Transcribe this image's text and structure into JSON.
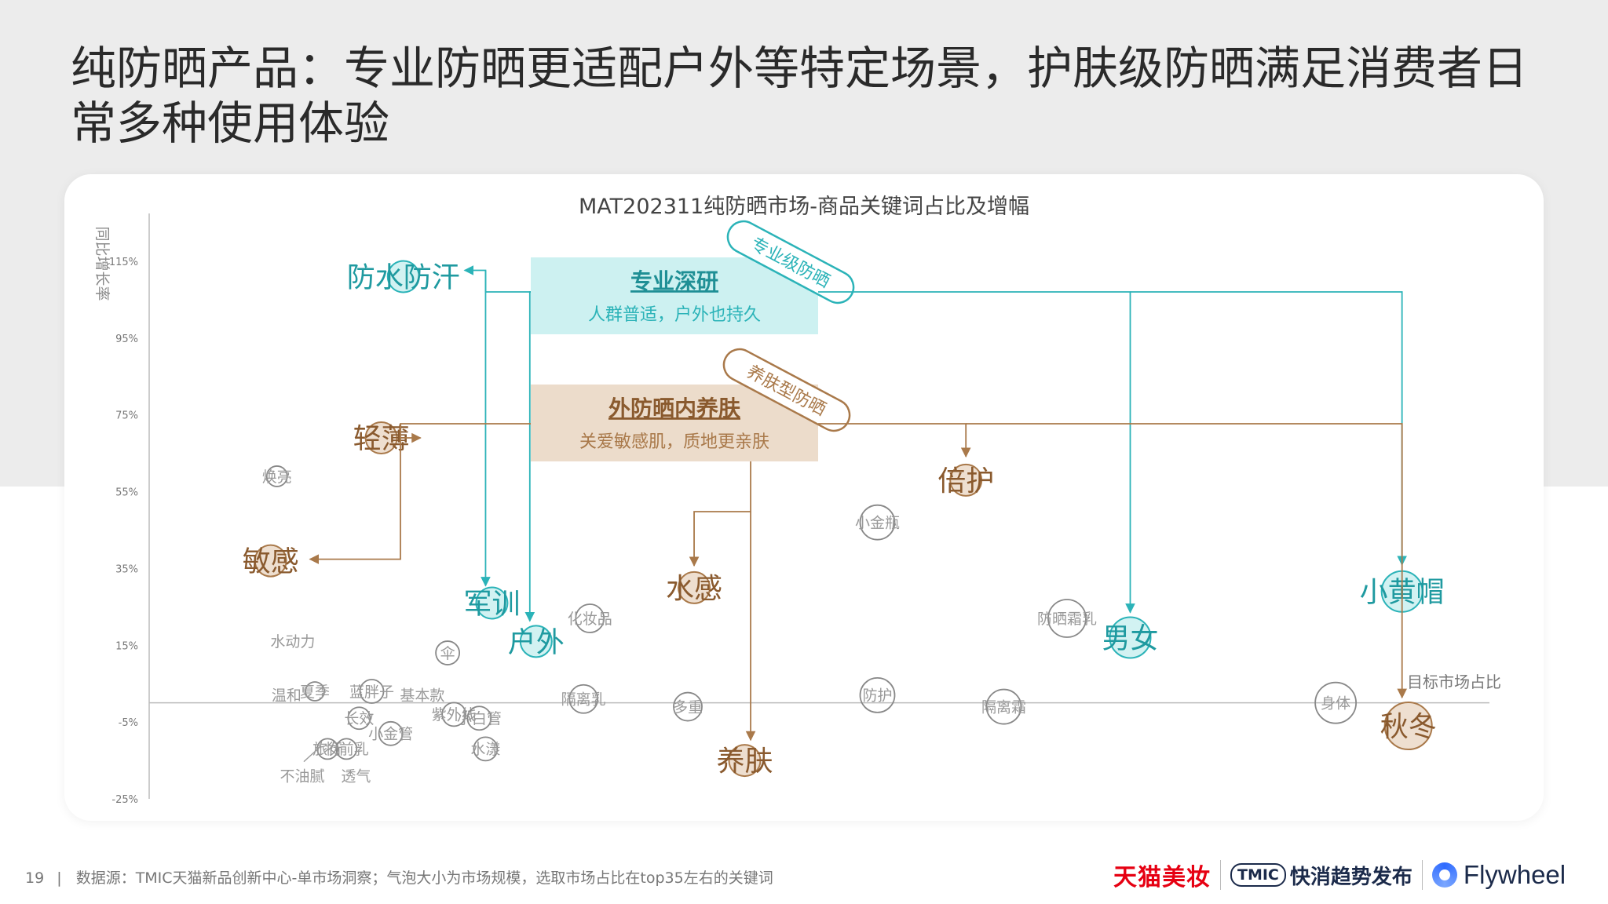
{
  "slide_title": "纯防晒产品：专业防晒更适配户外等特定场景，护肤级防晒满足消费者日常多种使用体验",
  "footer": {
    "page_number": "19",
    "separator": "|",
    "source_text": "数据源：TMIC天猫新品创新中心-单市场洞察；气泡大小为市场规模，选取市场占比在top35左右的关键词"
  },
  "logos": {
    "tmall": "天猫美妆",
    "tmic_box": "TMIC",
    "tmic_text": "快消趋势发布",
    "flywheel": "Flywheel"
  },
  "colors": {
    "teal": "#2bb3b8",
    "teal_fill": "#cdf1f1",
    "tan": "#a9794a",
    "tan_fill": "#ecdccb",
    "gray": "#9a9a9a"
  },
  "chart_data": {
    "type": "scatter",
    "title": "MAT202311纯防晒市场-商品关键词占比及增幅",
    "ylabel": "同比增长率",
    "xlabel": "目标市场占比",
    "ylim": [
      -25,
      125
    ],
    "y_ticks": [
      "115%",
      "95%",
      "75%",
      "55%",
      "35%",
      "15%",
      "-5%",
      "-25%"
    ],
    "x_tick_labels_visible": false,
    "groups": [
      {
        "label": "专业深研",
        "sub": "人群普适，户外也持久",
        "tag": "专业级防晒",
        "color": "teal"
      },
      {
        "label": "外防晒内养肤",
        "sub": "关爱敏感肌，质地更亲肤",
        "tag": "养肤型防晒",
        "color": "tan"
      }
    ],
    "points": [
      {
        "name": "防水防汗",
        "x": 7.0,
        "y": 111,
        "size": 20,
        "group": 1,
        "emph": true
      },
      {
        "name": "轻薄",
        "x": 6.3,
        "y": 69,
        "size": 20,
        "group": 2,
        "emph": true
      },
      {
        "name": "敏感",
        "x": 2.8,
        "y": 37,
        "size": 20,
        "group": 2,
        "emph": true
      },
      {
        "name": "军训",
        "x": 9.8,
        "y": 26,
        "size": 20,
        "group": 1,
        "emph": true
      },
      {
        "name": "户外",
        "x": 11.2,
        "y": 16,
        "size": 20,
        "group": 1,
        "emph": true
      },
      {
        "name": "水感",
        "x": 16.2,
        "y": 30,
        "size": 20,
        "group": 2,
        "emph": true
      },
      {
        "name": "养肤",
        "x": 17.8,
        "y": -15,
        "size": 20,
        "group": 2,
        "emph": true
      },
      {
        "name": "倍护",
        "x": 24.8,
        "y": 58,
        "size": 20,
        "group": 2,
        "emph": true
      },
      {
        "name": "男女",
        "x": 30.0,
        "y": 17,
        "size": 26,
        "group": 1,
        "emph": true
      },
      {
        "name": "小黄帽",
        "x": 38.6,
        "y": 29,
        "size": 26,
        "group": 1,
        "emph": true
      },
      {
        "name": "秋冬",
        "x": 38.8,
        "y": -6,
        "size": 30,
        "group": 2,
        "emph": true
      },
      {
        "name": "焕亮",
        "x": 3.0,
        "y": 59,
        "size": 13,
        "group": 0,
        "emph": false
      },
      {
        "name": "小金瓶",
        "x": 22.0,
        "y": 47,
        "size": 22,
        "group": 0,
        "emph": false
      },
      {
        "name": "化妆品",
        "x": 12.9,
        "y": 22,
        "size": 18,
        "group": 0,
        "emph": false
      },
      {
        "name": "防晒霜乳",
        "x": 28.0,
        "y": 22,
        "size": 24,
        "group": 0,
        "emph": false
      },
      {
        "name": "水动力",
        "x": 3.5,
        "y": 16,
        "size": 0,
        "group": 0,
        "emph": false
      },
      {
        "name": "伞",
        "x": 8.4,
        "y": 13,
        "size": 15,
        "group": 0,
        "emph": false
      },
      {
        "name": "隔离乳",
        "x": 12.7,
        "y": 1,
        "size": 18,
        "group": 0,
        "emph": false
      },
      {
        "name": "多重",
        "x": 16.0,
        "y": -1,
        "size": 18,
        "group": 0,
        "emph": false
      },
      {
        "name": "防护",
        "x": 22.0,
        "y": 2,
        "size": 22,
        "group": 0,
        "emph": false
      },
      {
        "name": "隔离霜",
        "x": 26.0,
        "y": -1,
        "size": 22,
        "group": 0,
        "emph": false
      },
      {
        "name": "身体",
        "x": 36.5,
        "y": 0,
        "size": 26,
        "group": 0,
        "emph": false
      },
      {
        "name": "温和",
        "x": 3.3,
        "y": 2,
        "size": 0,
        "group": 0,
        "emph": false
      },
      {
        "name": "夏季",
        "x": 4.2,
        "y": 3,
        "size": 12,
        "group": 0,
        "emph": false
      },
      {
        "name": "蓝胖子",
        "x": 6.0,
        "y": 3,
        "size": 15,
        "group": 0,
        "emph": false
      },
      {
        "name": "基本款",
        "x": 7.6,
        "y": 2,
        "size": 0,
        "group": 0,
        "emph": false
      },
      {
        "name": "长效",
        "x": 5.6,
        "y": -4,
        "size": 14,
        "group": 0,
        "emph": false
      },
      {
        "name": "紫外线",
        "x": 8.6,
        "y": -3,
        "size": 15,
        "group": 0,
        "emph": false
      },
      {
        "name": "小白管",
        "x": 9.4,
        "y": -4,
        "size": 15,
        "group": 0,
        "emph": false
      },
      {
        "name": "小金管",
        "x": 6.6,
        "y": -8,
        "size": 15,
        "group": 0,
        "emph": false
      },
      {
        "name": "水漾",
        "x": 9.6,
        "y": -12,
        "size": 15,
        "group": 0,
        "emph": false
      },
      {
        "name": "旅行",
        "x": 4.6,
        "y": -12,
        "size": 13,
        "group": 0,
        "emph": false
      },
      {
        "name": "妆前乳",
        "x": 5.2,
        "y": -12,
        "size": 13,
        "group": 0,
        "emph": false
      },
      {
        "name": "不油腻",
        "x": 3.8,
        "y": -19,
        "size": 0,
        "group": 0,
        "emph": false
      },
      {
        "name": "透气",
        "x": 5.5,
        "y": -19,
        "size": 0,
        "group": 0,
        "emph": false
      }
    ],
    "grid": false,
    "legend": "none"
  }
}
